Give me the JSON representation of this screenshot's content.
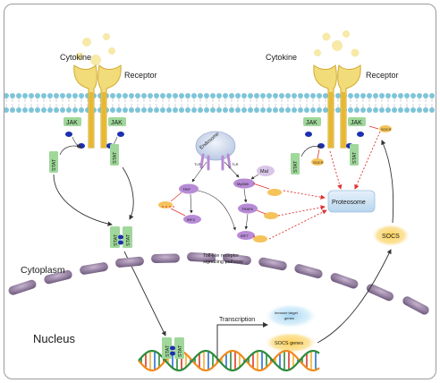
{
  "labels": {
    "cytokine_left": "Cytokine",
    "cytokine_right": "Cytokine",
    "receptor_left": "Receptor",
    "receptor_right": "Receptor",
    "jak": "JAK",
    "stat": "STAT",
    "endosome": "Endosome",
    "tlr": "TLR",
    "trif": "TRIF",
    "myd88": "MyD88",
    "mal": "Mal",
    "traf6": "TRAF6",
    "irf3": "IRF3",
    "irf7": "IRF7",
    "socs_small": "SOCS",
    "proteosome": "Proteosome",
    "socs": "SOCS",
    "tlr_pathway_line1": "Toll-like receptor",
    "tlr_pathway_line2": "signalling pathway",
    "cytoplasm": "Cytoplasm",
    "nucleus": "Nucleus",
    "transcription": "Transcription",
    "immune_genes_line1": "Immune target",
    "immune_genes_line2": "genes",
    "socs_genes": "SOCS genes"
  },
  "colors": {
    "membrane_head": "#7ec4d8",
    "receptor": "#f2dc7a",
    "receptor_stem": "#e8b830",
    "jak_green": "#9fd89a",
    "phospho_blue": "#1b2fb0",
    "socs_orange": "#f5b335",
    "tlr_purple": "#b78bd6",
    "proteosome": "#cfe4f5",
    "nuclear_pore": "#8d7797",
    "inhibit_red": "#e03030"
  }
}
